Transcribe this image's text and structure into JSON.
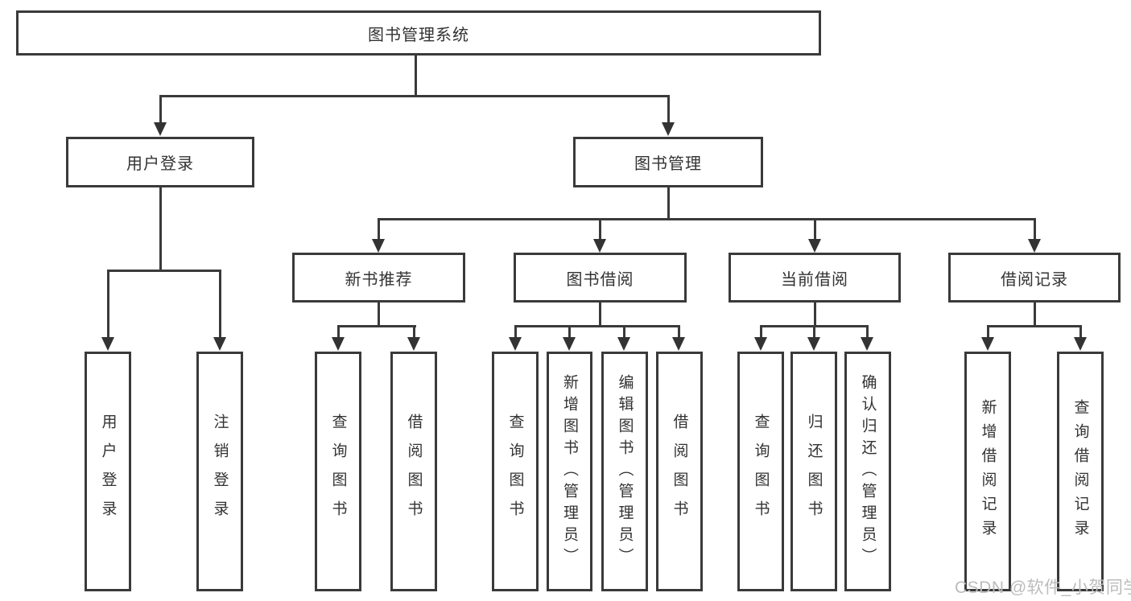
{
  "diagram": {
    "root": {
      "label": "图书管理系统"
    },
    "branches": [
      {
        "label": "用户登录",
        "children": [
          {
            "label": "用户登录"
          },
          {
            "label": "注销登录"
          }
        ]
      },
      {
        "label": "图书管理",
        "children": [
          {
            "label": "新书推荐",
            "children": [
              {
                "label": "查询图书"
              },
              {
                "label": "借阅图书"
              }
            ]
          },
          {
            "label": "图书借阅",
            "children": [
              {
                "label": "查询图书"
              },
              {
                "label": "新增图书（管理员）"
              },
              {
                "label": "编辑图书（管理员）"
              },
              {
                "label": "借阅图书"
              }
            ]
          },
          {
            "label": "当前借阅",
            "children": [
              {
                "label": "查询图书"
              },
              {
                "label": "归还图书"
              },
              {
                "label": "确认归还（管理员）"
              }
            ]
          },
          {
            "label": "借阅记录",
            "children": [
              {
                "label": "新增借阅记录"
              },
              {
                "label": "查询借阅记录"
              }
            ]
          }
        ]
      }
    ]
  },
  "watermark": {
    "text": "CSDN @软件_小贺同学"
  },
  "colors": {
    "line": "#3a3a3a",
    "box_border": "#3a3a3a",
    "box_fill": "#ffffff",
    "text": "#333333",
    "watermark": "#bcbcbc"
  }
}
